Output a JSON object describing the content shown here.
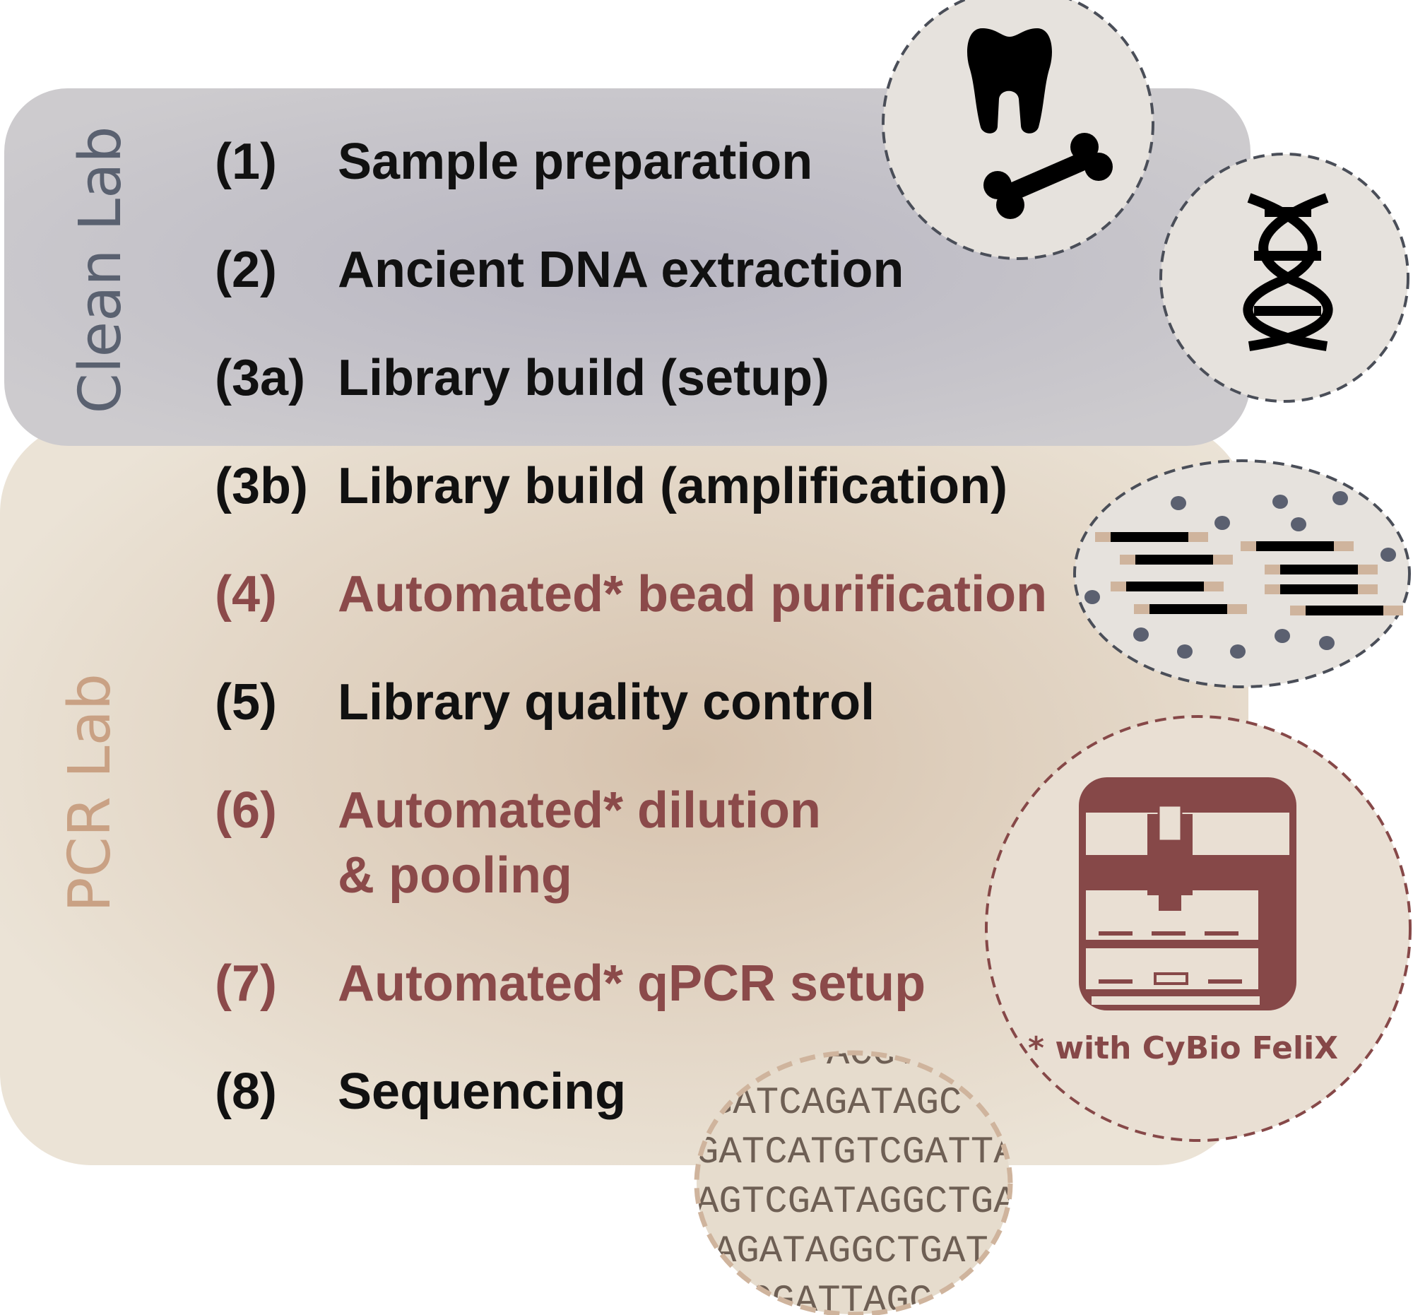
{
  "colors": {
    "clean_lab_bg": "#c4c2c8",
    "pcr_lab_bg": "#e8dfd2",
    "clean_lab_label": "#5a6170",
    "pcr_lab_label": "#c9a184",
    "automated_text": "#8b4a4a",
    "normal_text": "#111111",
    "felix": "#864848"
  },
  "labs": {
    "clean": "Clean Lab",
    "pcr": "PCR Lab"
  },
  "steps": [
    {
      "num": "(1)",
      "label": "Sample preparation",
      "automated": false
    },
    {
      "num": "(2)",
      "label": "Ancient DNA extraction",
      "automated": false
    },
    {
      "num": "(3a)",
      "label": "Library build (setup)",
      "automated": false
    },
    {
      "num": "(3b)",
      "label": "Library build (amplification)",
      "automated": false
    },
    {
      "num": "(4)",
      "label": "Automated* bead purification",
      "automated": true
    },
    {
      "num": "(5)",
      "label": "Library quality control",
      "automated": false
    },
    {
      "num": "(6)",
      "label": "Automated* dilution",
      "label2": "& pooling",
      "automated": true
    },
    {
      "num": "(7)",
      "label": "Automated* qPCR setup",
      "automated": true
    },
    {
      "num": "(8)",
      "label": "Sequencing",
      "automated": false
    }
  ],
  "icons": [
    "tooth-icon",
    "bone-icon",
    "dna-helix-icon",
    "beads-icon",
    "liquid-handler-robot-icon",
    "sequence-icon"
  ],
  "footnote": "* with CyBio FeliX",
  "sequence_lines": [
    "ACGTA",
    "GATCAGATAGC",
    "GATCATGTCGATTA",
    "AGTCGATAGGCTGA",
    "AGATAGGCTGAT",
    "CGATTAGC"
  ]
}
